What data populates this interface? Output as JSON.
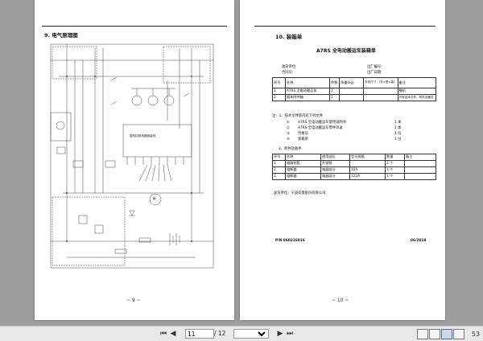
{
  "left_page": {
    "section_title": "9. 电气原理图",
    "diagram_label": "整机控制电路板接线",
    "motor_label": "M",
    "page_number": "~ 9 ~"
  },
  "right_page": {
    "section_title": "10. 装箱单",
    "doc_title": "A7RS 全电动搬运车装箱单",
    "fields": {
      "receiver": "收货单位:",
      "order_no": "合同号:",
      "factory_no": "出厂编号:",
      "factory_date": "出厂日期:"
    },
    "table1": {
      "headers": [
        "序号",
        "名称",
        "件数",
        "净重(kg)",
        "外形尺寸 （长×宽×高）",
        "备注"
      ],
      "rows": [
        [
          "1",
          "A7RS 全电动搬运车",
          "1",
          "",
          "",
          "整机"
        ],
        [
          "2",
          "随车附件箱",
          "1",
          "",
          "",
          "内有技术文件、附件及备件"
        ]
      ]
    },
    "docs_heading": "注：1、技术文件袋内有下列文件",
    "docs": [
      {
        "num": "①",
        "name": "A7RS 全电动搬运车使用说明书",
        "qty": "1 本"
      },
      {
        "num": "②",
        "name": "A7RS 全电动搬运车零件目录",
        "qty": "1 本"
      },
      {
        "num": "③",
        "name": "合格证",
        "qty": "1 份"
      },
      {
        "num": "④",
        "name": "装箱单",
        "qty": "1 份"
      }
    ],
    "parts_heading": "2、附件及备件",
    "table2": {
      "headers": [
        "序号",
        "名称",
        "使用部位",
        "型号规格",
        "数量",
        "备注"
      ],
      "rows": [
        [
          "1",
          "电路钥匙",
          "开锁锁",
          "",
          "2 个",
          ""
        ],
        [
          "2",
          "熔断器",
          "电器部分",
          "10A",
          "1 个",
          ""
        ],
        [
          "3",
          "熔断器",
          "电器部分",
          "125A",
          "1 个",
          ""
        ]
      ]
    },
    "shipper": "发货单位：宁波如意股份有限公司",
    "pn": "P/N  860216016",
    "date": "06/2018",
    "page_number": "~ 10 ~"
  },
  "toolbar": {
    "current_page": "11",
    "total_pages": "/ 12",
    "zoom_value": "",
    "zoom_readout": "53"
  }
}
